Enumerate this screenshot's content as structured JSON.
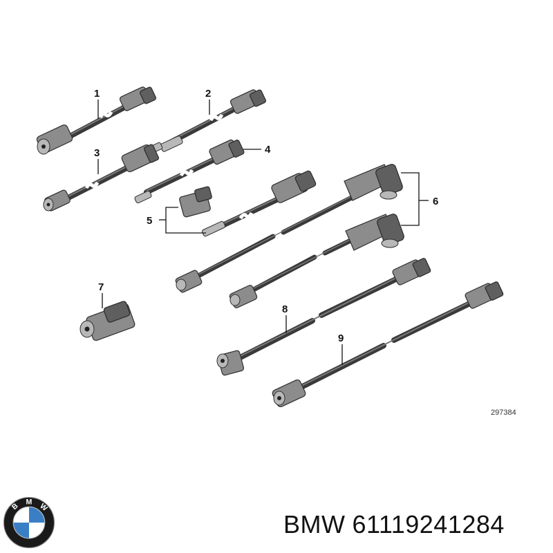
{
  "diagram": {
    "callouts": [
      "1",
      "2",
      "3",
      "4",
      "5",
      "6",
      "7",
      "8",
      "9"
    ],
    "reference_number": "297384"
  },
  "caption": {
    "brand": "BMW",
    "part_number": "61119241284"
  },
  "logo": {
    "letters": "BMW",
    "colors": {
      "ring": "#1a1a1a",
      "blue": "#3a7fc4",
      "white": "#ffffff"
    }
  }
}
